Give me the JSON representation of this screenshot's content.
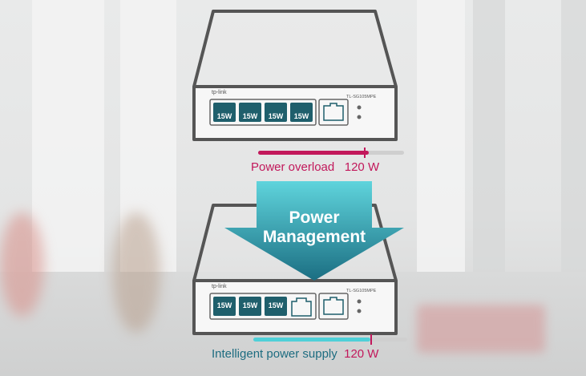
{
  "colors": {
    "overload": "#c2185b",
    "supply": "#1d6c80",
    "supply_fill": "#4fd0d8",
    "arrow_top": "#5fd4dc",
    "arrow_bottom": "#1b6e82",
    "port": "#1f5f6c"
  },
  "top_switch": {
    "brand": "tp-link",
    "model": "TL-SG105MPE",
    "ports": [
      "15W",
      "15W",
      "15W",
      "15W"
    ],
    "load_level_percent": 76
  },
  "overload_caption": {
    "label": "Power overload",
    "value": "120 W"
  },
  "arrow": {
    "line1": "Power",
    "line2": "Management",
    "icon": "down-arrow-icon"
  },
  "bottom_switch": {
    "brand": "tp-link",
    "model": "TL-SG105MPE",
    "ports": [
      "15W",
      "15W",
      "15W"
    ],
    "load_level_percent": 76
  },
  "supply_caption": {
    "label": "Intelligent power supply",
    "value": "120 W"
  }
}
